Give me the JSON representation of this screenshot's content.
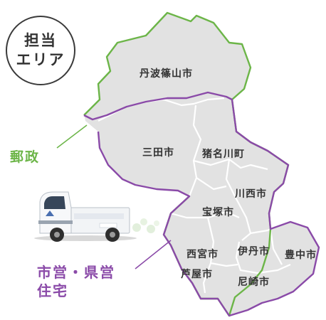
{
  "badge": {
    "line1": "担当",
    "line2": "エリア"
  },
  "legend": {
    "postal": {
      "label": "郵政",
      "color": "#6cb548"
    },
    "housing": {
      "line1": "市営・県営",
      "line2": "住宅",
      "color": "#8a4aa8"
    }
  },
  "cities": {
    "tamba_sasayama": "丹波篠山市",
    "sanda": "三田市",
    "inagawa": "猪名川町",
    "kawanishi": "川西市",
    "takarazuka": "宝塚市",
    "nishinomiya": "西宮市",
    "itami": "伊丹市",
    "toyonaka": "豊中市",
    "ashiya": "芦屋市",
    "amagasaki": "尼崎市"
  },
  "colors": {
    "map_fill": "#e2e2e2",
    "district_line": "#ffffff"
  },
  "icons": {
    "truck": "delivery-truck-icon"
  }
}
